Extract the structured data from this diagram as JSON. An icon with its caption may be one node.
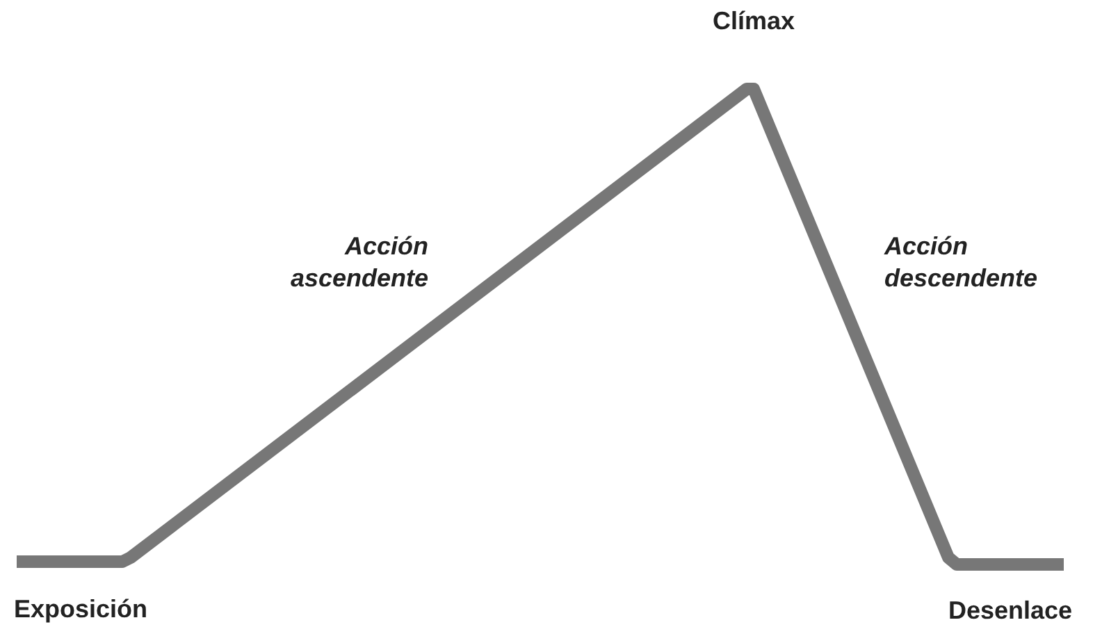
{
  "diagram": {
    "labels": [
      "Clímax",
      "Acción ascendente",
      "Acción descendente",
      "Exposición",
      "Desenlace"
    ]
  }
}
